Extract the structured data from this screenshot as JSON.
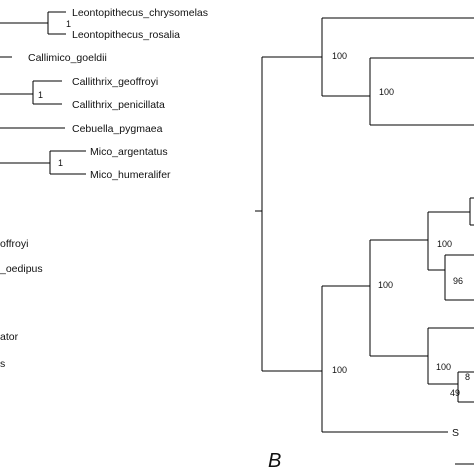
{
  "left_tree": {
    "taxa": [
      "Leontopithecus_chrysomelas",
      "Leontopithecus_rosalia",
      "Callimico_goeldii",
      "Callithrix_geoffroyi",
      "Callithrix_penicillata",
      "Cebuella_pygmaea",
      "Mico_argentatus",
      "Mico_humeralifer",
      "offroyi",
      "_oedipus",
      "ator",
      "s"
    ],
    "support": [
      "1",
      "1",
      "1"
    ]
  },
  "right_tree": {
    "support": [
      "100",
      "100",
      "100",
      "100",
      "96",
      "100",
      "8",
      "49",
      "100"
    ],
    "taxa": [
      "S"
    ]
  },
  "panel_label": "B"
}
